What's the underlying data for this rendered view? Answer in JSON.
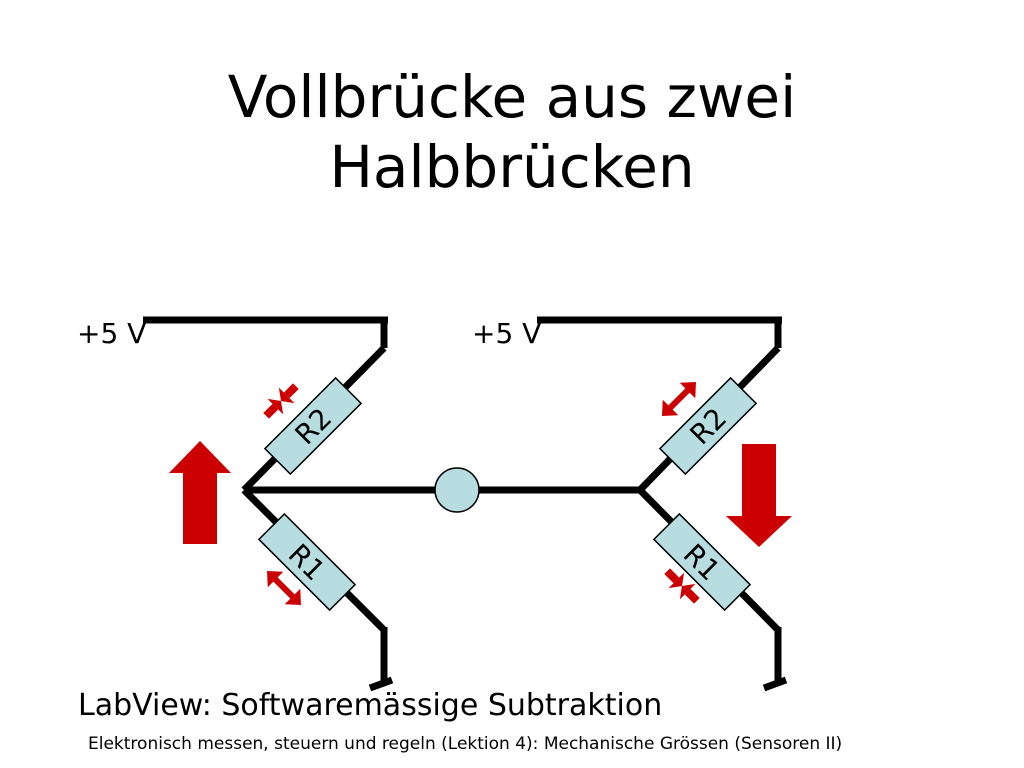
{
  "title": {
    "line1": "Vollbrücke aus zwei",
    "line2": "Halbbrücken"
  },
  "supply_left": "+5 V",
  "supply_right": "+5 V",
  "resistors": {
    "left_top": "R2",
    "left_bottom": "R1",
    "right_top": "R2",
    "right_bottom": "R1"
  },
  "subtitle": "LabView: Softwaremässige Subtraktion",
  "footer": "Elektronisch messen, steuern und regeln (Lektion 4): Mechanische Grössen (Sensoren II)",
  "colors": {
    "wire": "#000000",
    "resistor_fill": "#b8dde0",
    "arrow": "#cc0000",
    "meter_fill": "#b8dde0"
  }
}
